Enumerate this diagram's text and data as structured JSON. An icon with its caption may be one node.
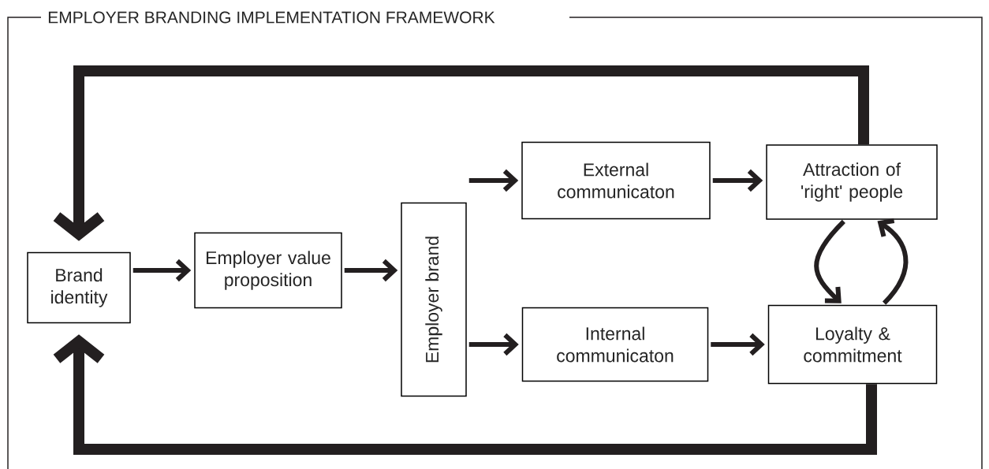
{
  "diagram": {
    "title": "EMPLOYER BRANDING IMPLEMENTATION FRAMEWORK",
    "nodes": [
      {
        "text": [
          "Brand identity"
        ]
      },
      {
        "text": [
          "Employer value proposition"
        ]
      },
      {
        "text": [
          "Employer brand"
        ]
      },
      {
        "text": [
          "External communicaton"
        ]
      },
      {
        "text": [
          "Attraction of 'right' people"
        ]
      },
      {
        "text": [
          "Internal communicaton"
        ]
      },
      {
        "text": [
          "Loyalty & commitment"
        ]
      }
    ],
    "edges": [
      {
        "from": 0,
        "to": 1,
        "arrow": "to"
      },
      {
        "from": 1,
        "to": 2,
        "arrow": "to"
      },
      {
        "from": 2,
        "to": 3,
        "arrow": "to"
      },
      {
        "from": 2,
        "to": 5,
        "arrow": "to"
      },
      {
        "from": 3,
        "to": 4,
        "arrow": "to"
      },
      {
        "from": 5,
        "to": 6,
        "arrow": "to"
      },
      {
        "from": 4,
        "to": 6,
        "arrow": "to"
      },
      {
        "from": 6,
        "to": 4,
        "arrow": "to"
      },
      {
        "from": 4,
        "to": 0,
        "arrow": "to",
        "style": "thick"
      },
      {
        "from": 6,
        "to": 0,
        "arrow": "to",
        "style": "thick"
      }
    ]
  }
}
